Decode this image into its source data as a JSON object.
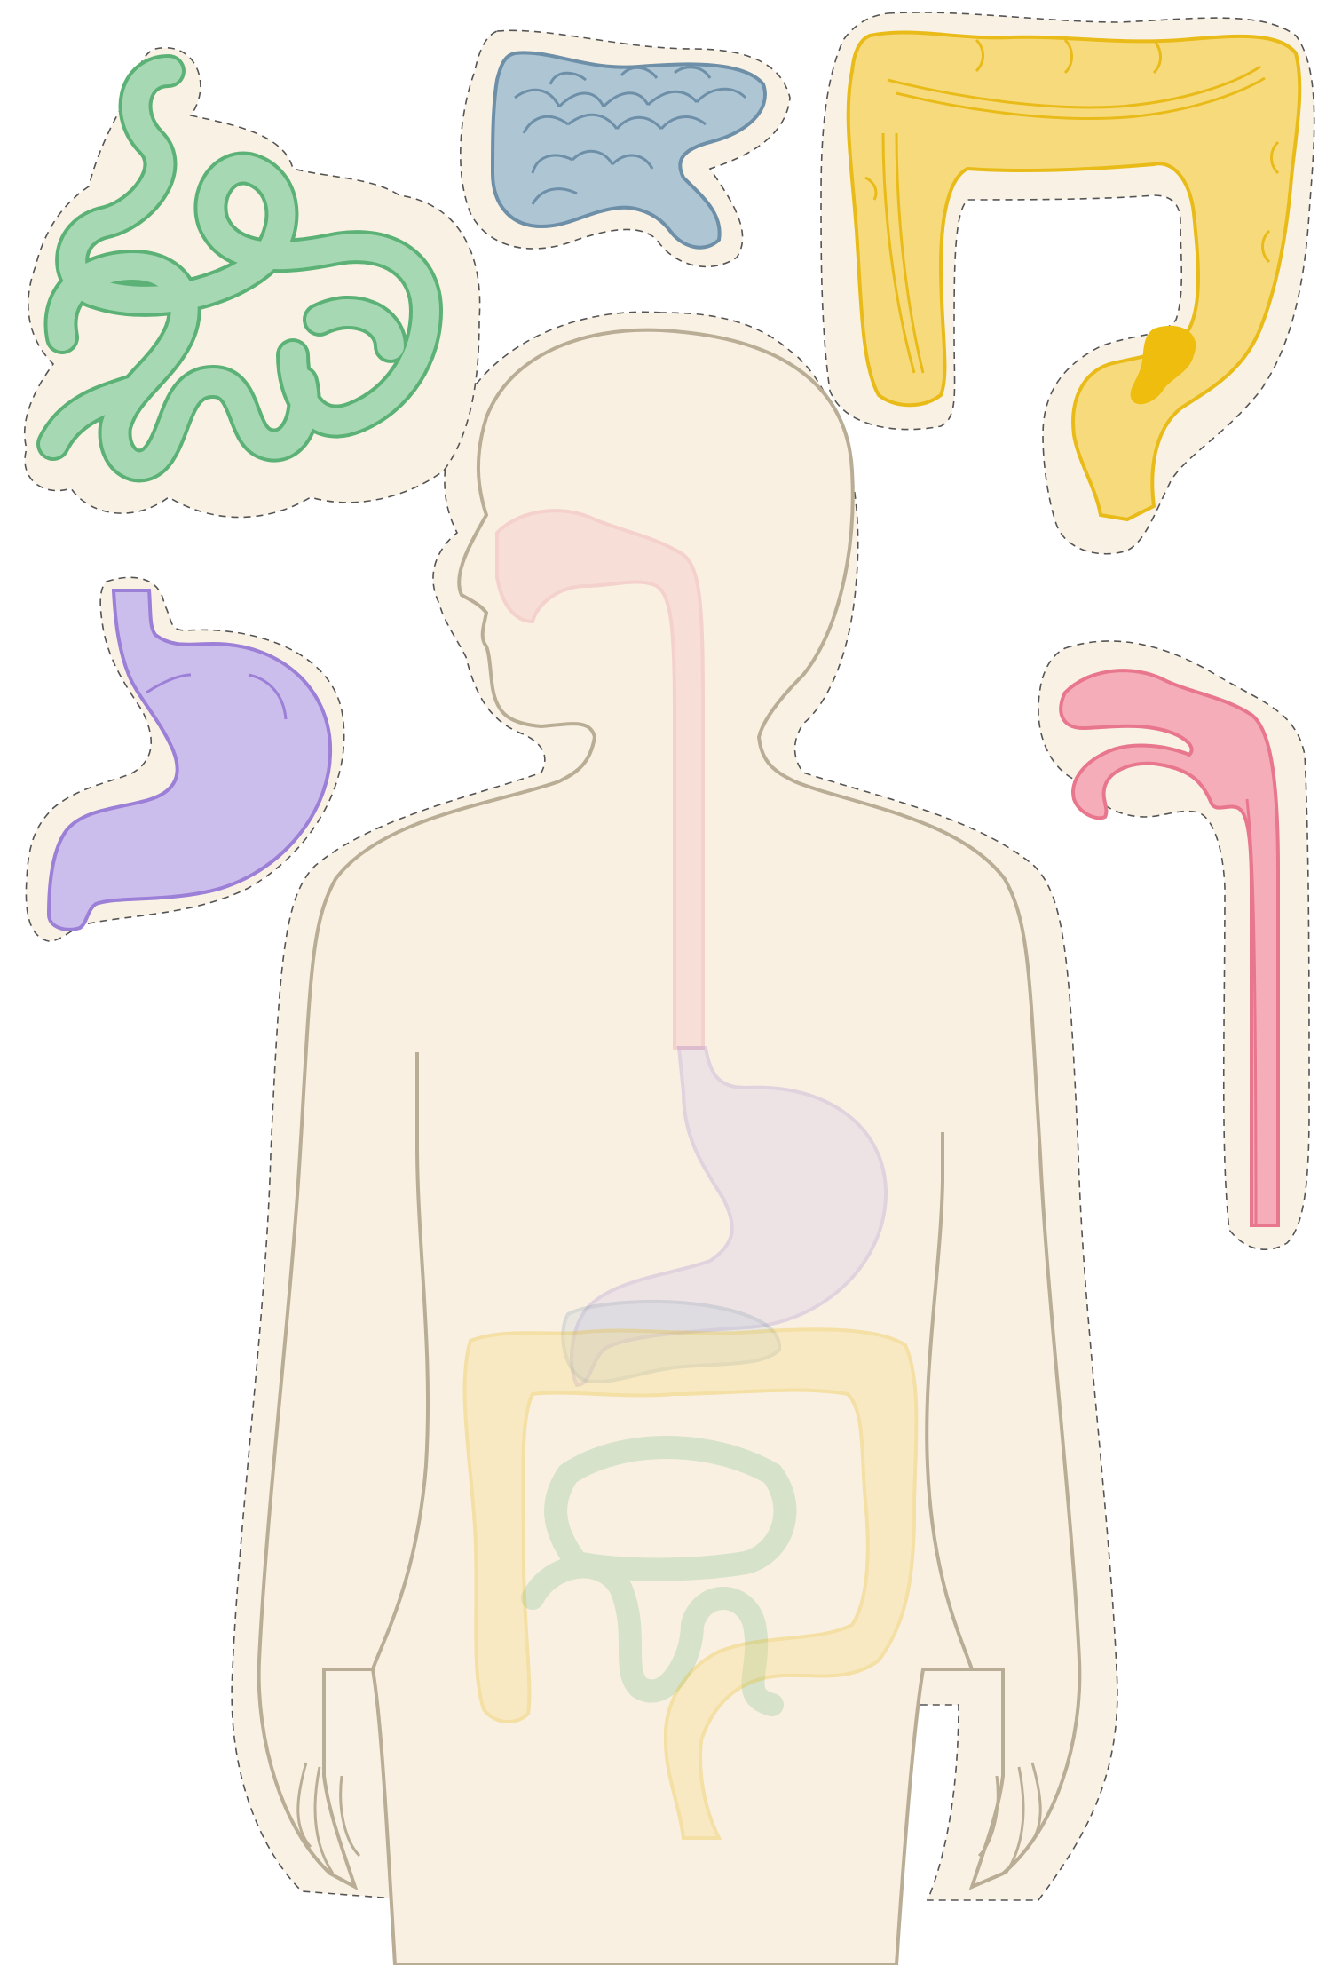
{
  "sheet": {
    "title": "",
    "background": "#ffffff",
    "cut_line_color": "#555555",
    "cut_margin_fill": "#f9f1e3"
  },
  "body": {
    "fill": "#f9f0e2",
    "stroke": "#b9ad95"
  },
  "organs": [
    {
      "id": "small-intestine",
      "fill": "#a6d9b3",
      "stroke": "#5cb276",
      "ghost_opacity": 0.25
    },
    {
      "id": "pancreas",
      "fill": "#aec5d4",
      "stroke": "#6d8fa8",
      "ghost_opacity": 0.25
    },
    {
      "id": "large-intestine",
      "fill": "#f7da7c",
      "stroke": "#e9bb19",
      "accent": "#eebd0e",
      "ghost_opacity": 0.3
    },
    {
      "id": "stomach",
      "fill": "#cbbdec",
      "stroke": "#9c7fd6",
      "ghost_opacity": 0.25
    },
    {
      "id": "esophagus",
      "fill": "#f5adba",
      "stroke": "#e8768d",
      "ghost_opacity": 0.25
    }
  ]
}
